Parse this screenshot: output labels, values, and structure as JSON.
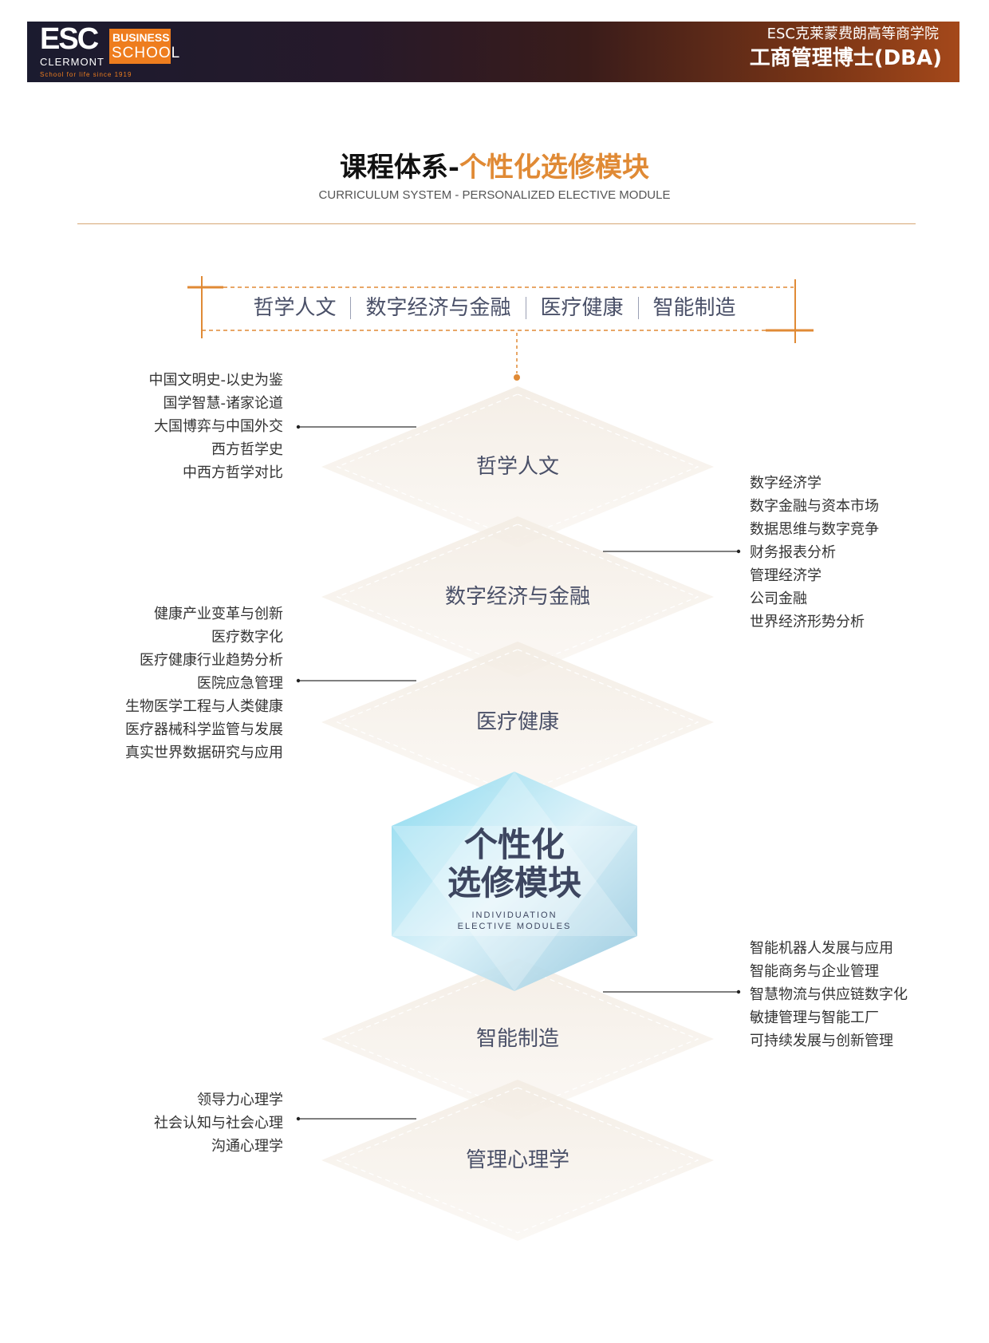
{
  "header": {
    "logo": {
      "esc": "ESC",
      "clermont": "CLERMONT",
      "business": "BUSINESS",
      "school": "SCHOOL",
      "tagline": "School for life since 1919"
    },
    "subtitle": "ESC克莱蒙费朗高等商学院",
    "title": "工商管理博士(DBA)"
  },
  "page": {
    "title_main": "课程体系-",
    "title_accent": "个性化选修模块",
    "subtitle": "CURRICULUM SYSTEM - PERSONALIZED ELECTIVE MODULE"
  },
  "categories": [
    "哲学人文",
    "数字经济与金融",
    "医疗健康",
    "智能制造"
  ],
  "colors": {
    "accent": "#e08a35",
    "text_dark": "#4a5068",
    "diamond_fill": "#f6efe6",
    "hex_blue": "#9fd6ec"
  },
  "center_module": {
    "title_line1": "个性化",
    "title_line2": "选修模块",
    "en_line1": "INDIVIDUATION",
    "en_line2": "ELECTIVE MODULES"
  },
  "modules": [
    {
      "name": "哲学人文",
      "side": "left",
      "courses": [
        "中国文明史-以史为鉴",
        "国学智慧-诸家论道",
        "大国博弈与中国外交",
        "西方哲学史",
        "中西方哲学对比"
      ]
    },
    {
      "name": "数字经济与金融",
      "side": "right",
      "courses": [
        "数字经济学",
        "数字金融与资本市场",
        "数据思维与数字竞争",
        "财务报表分析",
        "管理经济学",
        "公司金融",
        "世界经济形势分析"
      ]
    },
    {
      "name": "医疗健康",
      "side": "left",
      "courses": [
        "健康产业变革与创新",
        "医疗数字化",
        "医疗健康行业趋势分析",
        "医院应急管理",
        "生物医学工程与人类健康",
        "医疗器械科学监管与发展",
        "真实世界数据研究与应用"
      ]
    },
    {
      "name": "智能制造",
      "side": "right",
      "courses": [
        "智能机器人发展与应用",
        "智能商务与企业管理",
        "智慧物流与供应链数字化",
        "敏捷管理与智能工厂",
        "可持续发展与创新管理"
      ]
    },
    {
      "name": "管理心理学",
      "side": "left",
      "courses": [
        "领导力心理学",
        "社会认知与社会心理",
        "沟通心理学"
      ]
    }
  ]
}
